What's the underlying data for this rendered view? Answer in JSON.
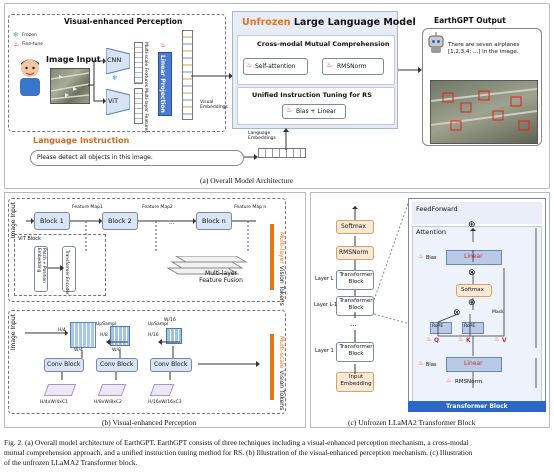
{
  "figure": {
    "top_panel": {
      "vep_title": "Visual-enhanced Perception",
      "frozen_label": "Frozen",
      "finetune_label": "Fine-tune",
      "image_input": "Image Input",
      "cnn": "CNN",
      "vit": "ViT",
      "multiscale_features": "Multi-scale Features",
      "multilayer_features": "Multi-layer Features",
      "linear_projection": "Linear Projection",
      "visual_embeddings": "Visual Embeddings",
      "llm_title_prefix": "Unfrozen",
      "llm_title_rest": " Large Language Model",
      "cmmc": "Cross-modal Mutual Comprehension",
      "self_attention": "Self-attention",
      "rmsnorm": "RMSNorm",
      "uit": "Unified Instruction Tuning for RS",
      "bias_linear": "Bias + Linear",
      "output_title": "EarthGPT Output",
      "output_text": "There are seven airplanes [1,2,3,4; ...] in the image.",
      "language_instruction": "Language Instruction",
      "instruction_text": "Please detect all objects in this image.",
      "language_embeddings": "Language Embeddings",
      "caption": "(a) Overall Model Architecture"
    },
    "panel_b": {
      "image_input_1": "Image Input",
      "block1": "Block 1",
      "block2": "Block 2",
      "blockn": "Block n",
      "fmap1": "Feature Map1",
      "fmap2": "Feature Map2",
      "fmapn": "Feature Map n",
      "vit_block": "ViT Block",
      "patch_pos": "Patch + Position Embedding",
      "transformer_encoder": "Transformer Encoder",
      "mlf": "Multi-layer Feature Fusion",
      "vision_tokens_prefix": "Multi-layer",
      "vision_tokens_rest": " Vision Tokens",
      "image_input_2": "Image Input",
      "h4": "H/4",
      "w4": "W/4",
      "h8": "H/8",
      "w8": "W/8",
      "h16": "H/16",
      "w16": "W/16",
      "upsampl1": "UpSampl",
      "upsampl2": "UpSampl",
      "conv1": "Conv Block",
      "conv2": "Conv Block",
      "conv3": "Conv Block",
      "out1": "H/4xW/4xC1",
      "out2": "H/8xW/8xC2",
      "out3": "H/16xW/16xC3",
      "ms_tokens_prefix": "Multi-scale",
      "ms_tokens_rest": " Vision Tokens",
      "caption": "(b) Visual-enhanced Perception"
    },
    "panel_c": {
      "softmax_top": "Softmax",
      "rmsnorm_left": "RMSNorm",
      "tb_L": "Transformer Block",
      "tb_L1": "Transformer Block",
      "tb_1": "Transformer Block",
      "input_emb": "Input Embedding",
      "layer_L": "Layer L",
      "layer_L1": "Layer L-1",
      "layer_1": "Layer 1",
      "dots": "...",
      "feedforward": "FeedForward",
      "attention": "Attention",
      "bias1": "Bias",
      "linear1": "Linear",
      "softmax_in": "Softmax",
      "mask": "Mask",
      "rope1": "RoPE",
      "rope2": "RoPE",
      "q": "Q",
      "k": "K",
      "v": "V",
      "bias2": "Bias",
      "linear2": "Linear",
      "rmsnorm_in": "RMSNorm",
      "tb_footer": "Transformer Block",
      "caption": "(c) Unfrozen LLaMA2 Transformer Block"
    },
    "caption": {
      "line1": "Fig. 2.  (a) Overall model architecture of EarthGPT. EarthGPT consists of three techniques including a visual-enhanced perception mechanism, a cross-modal",
      "line2": "mutual comprehension approach, and a unified instruction tuning method for RS. (b) Illustration of the visual-enhanced perception mechanism. (c) Illustration",
      "line3": "of the unfrozen LLaMA2 Transformer block."
    },
    "colors": {
      "accent_orange": "#e8741a",
      "blue": "#2b67c4",
      "fire_red": "#e03a1e",
      "llm_bg": "#e7edf8"
    }
  }
}
